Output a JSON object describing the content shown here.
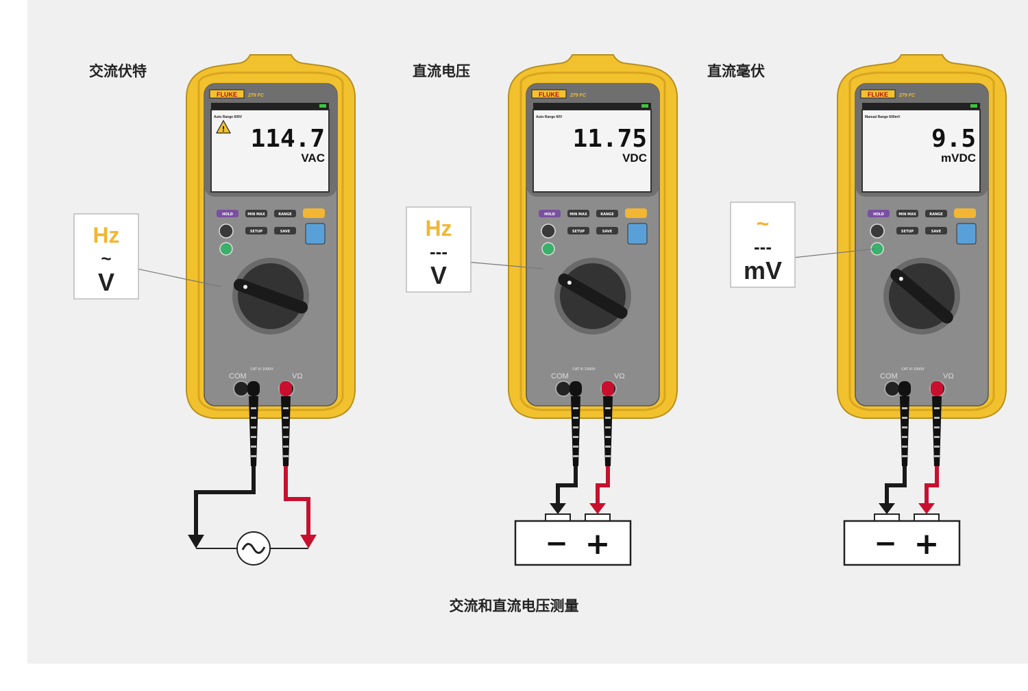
{
  "caption": "交流和直流电压测量",
  "colors": {
    "background": "#f0f0f0",
    "holster": "#f2c12e",
    "body": "#8c8c8c",
    "screen": "#f4f4f4",
    "dial": "#333333",
    "callout_yellow": "#f2b632",
    "lead_red": "#c8102e",
    "lead_black": "#1a1a1a"
  },
  "meters": [
    {
      "label": "交流伏特",
      "brand": "FLUKE",
      "model": "279 FC",
      "range_text": "Auto Range 600V",
      "reading": "114.7",
      "unit": "VAC",
      "warning_icon": "warning-triangle-icon",
      "callout": {
        "top": "Hz",
        "mid": "~",
        "bottom": "V"
      },
      "buttons": [
        "HOLD",
        "MIN MAX",
        "RANGE",
        "SETUP",
        "SAVE"
      ],
      "terminals": {
        "com": "COM",
        "v": "VΩ",
        "rating": "CAT III 1000V"
      },
      "circuit": "ac-source"
    },
    {
      "label": "直流电压",
      "brand": "FLUKE",
      "model": "279 FC",
      "range_text": "Auto Range 60V",
      "reading": "11.75",
      "unit": "VDC",
      "callout": {
        "top": "Hz",
        "mid": "---",
        "bottom": "V"
      },
      "buttons": [
        "HOLD",
        "MIN MAX",
        "RANGE",
        "SETUP",
        "SAVE"
      ],
      "terminals": {
        "com": "COM",
        "v": "VΩ",
        "rating": "CAT III 1000V"
      },
      "circuit": "battery",
      "battery": {
        "minus": "−",
        "plus": "+"
      }
    },
    {
      "label": "直流毫伏",
      "brand": "FLUKE",
      "model": "279 FC",
      "range_text": "Manual Range 600mV",
      "reading": "9.5",
      "unit": "mVDC",
      "callout": {
        "top": "~",
        "mid": "---",
        "bottom": "mV"
      },
      "buttons": [
        "HOLD",
        "MIN MAX",
        "RANGE",
        "SETUP",
        "SAVE"
      ],
      "terminals": {
        "com": "COM",
        "v": "VΩ",
        "rating": "CAT III 1000V"
      },
      "circuit": "battery",
      "battery": {
        "minus": "−",
        "plus": "+"
      }
    }
  ]
}
